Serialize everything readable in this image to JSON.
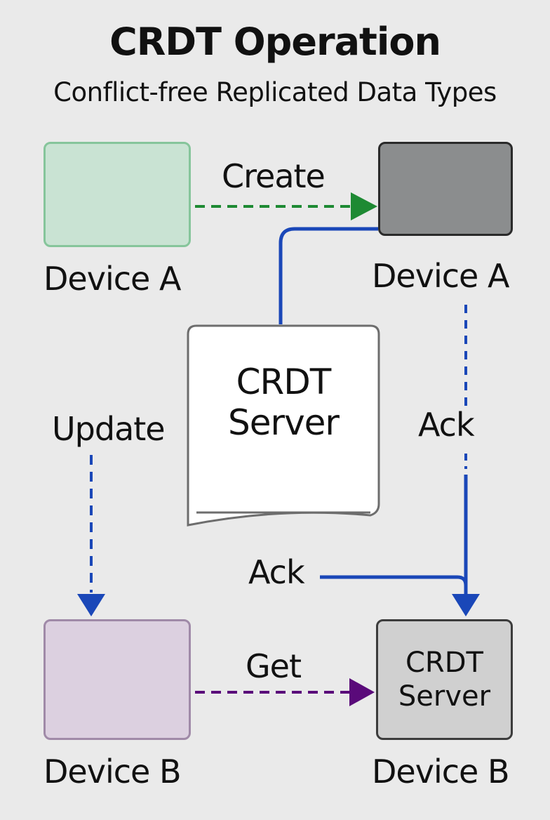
{
  "title": "CRDT Operation",
  "subtitle": "Conflict-free Replicated Data Types",
  "nodes": {
    "device_a_left": "Device A",
    "device_a_right": "Device A",
    "device_b_left": "Device B",
    "device_b_right": "Device B",
    "server_center_line1": "CRDT",
    "server_center_line2": "Server",
    "server_box_line1": "CRDT",
    "server_box_line2": "Server"
  },
  "edges": {
    "create": "Create",
    "update": "Update",
    "ack_upper": "Ack",
    "ack_lower": "Ack",
    "get": "Get"
  },
  "colors": {
    "create_arrow": "#1e8a33",
    "blue_arrow": "#1a47b8",
    "get_arrow": "#5a0a7a",
    "device_a_left_fill": "#c9e3d3",
    "device_a_right_fill": "#8b8d8e",
    "device_b_left_fill": "#dcd0e0",
    "server_fill": "#ffffff"
  }
}
